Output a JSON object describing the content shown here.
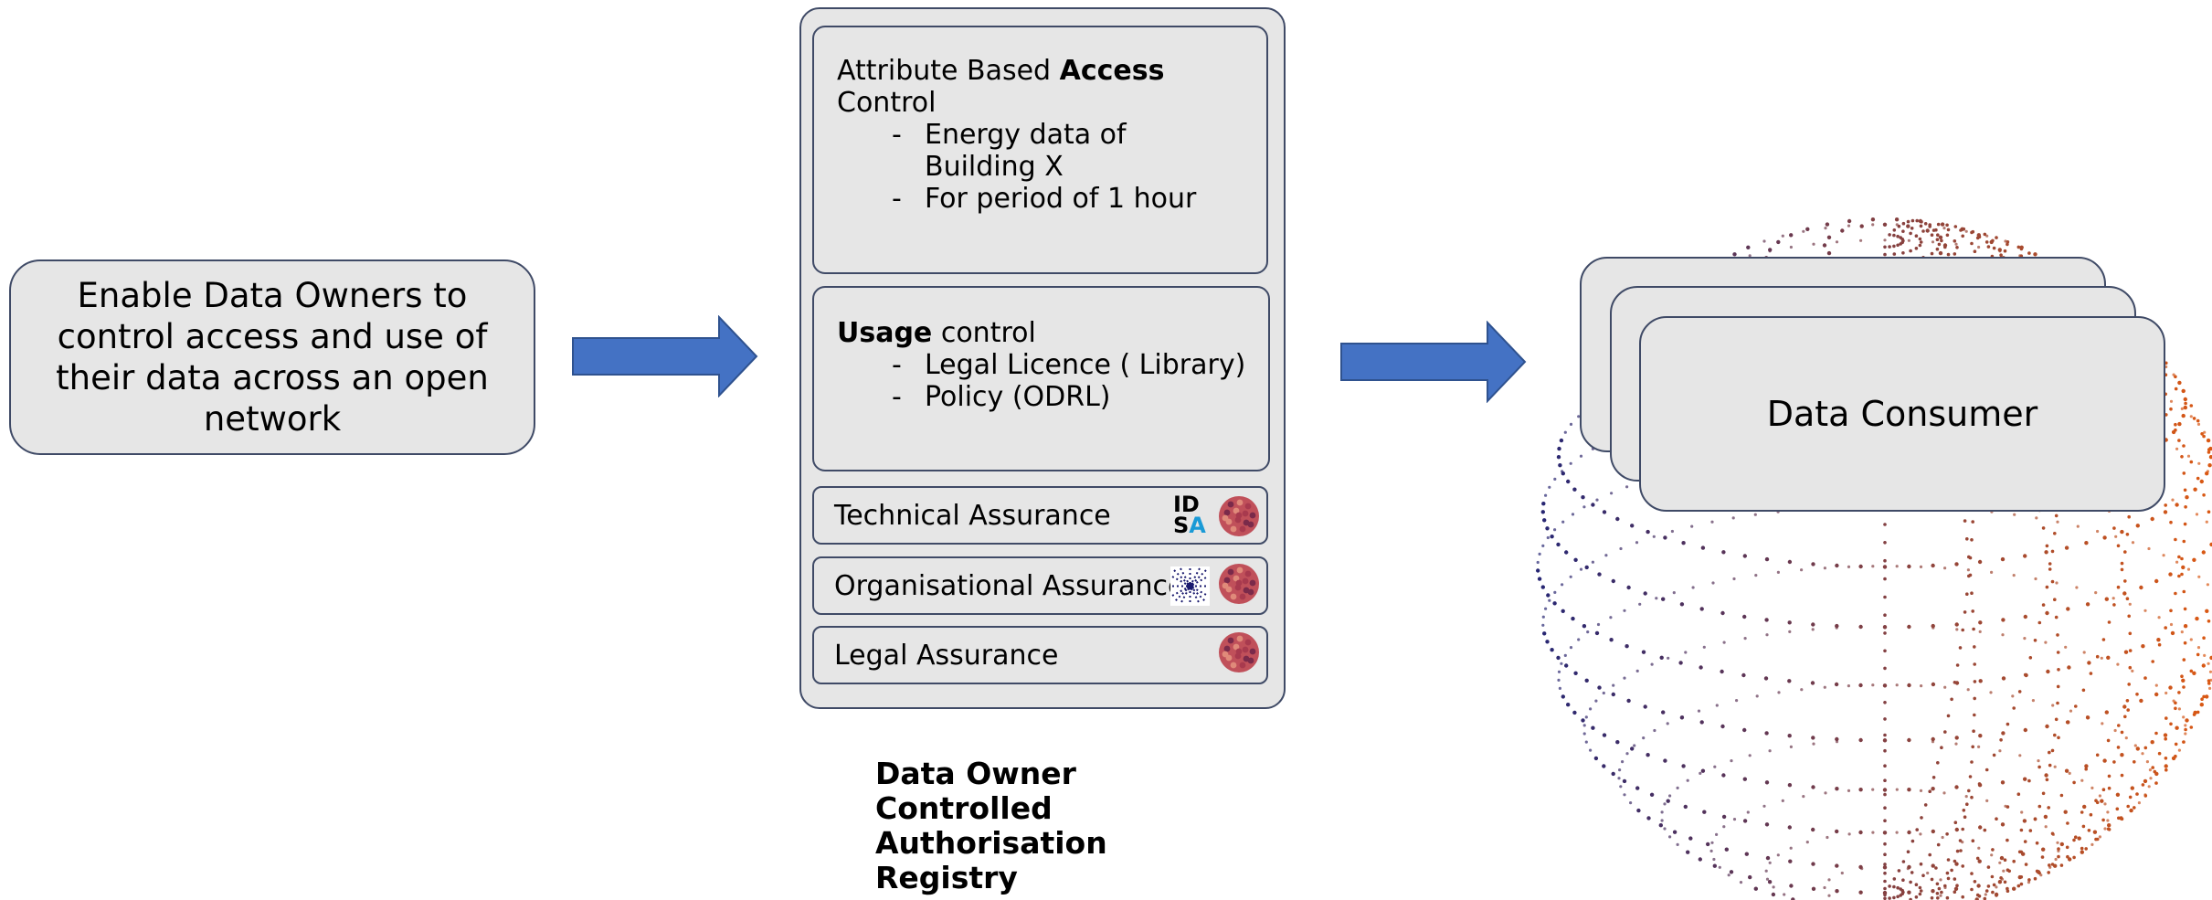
{
  "goal": {
    "text": "Enable Data Owners to control access and use of their data across an open network"
  },
  "registry": {
    "abac": {
      "title_plain": "Attribute Based ",
      "title_bold": "Access",
      "title_rest": "Control",
      "bullets": [
        "Energy data of Building X",
        "For period of 1 hour"
      ]
    },
    "usage": {
      "title_bold": "Usage",
      "title_rest": " control",
      "bullets": [
        "Legal Licence ( Library)",
        "Policy (ODRL)"
      ]
    },
    "bullet_marker": "-",
    "assurances": {
      "technical": "Technical Assurance",
      "organisational": "Organisational Assurance",
      "legal": "Legal Assurance"
    },
    "idsa_logo": {
      "line1": "ID",
      "line2_s": "S",
      "line2_a": "A"
    },
    "caption_lines": [
      "Data Owner",
      "Controlled",
      "Authorisation",
      "Registry"
    ]
  },
  "consumer": {
    "label": "Data Consumer"
  },
  "colors": {
    "box_fill": "#e6e6e6",
    "box_border": "#3f4a66",
    "arrow": "#4472c4",
    "globe_left": "#262673",
    "globe_right": "#e05a10"
  },
  "icons": [
    "right-arrow-icon",
    "right-arrow-icon",
    "globe-network-icon",
    "idsa-logo-icon",
    "org-grid-icon",
    "cluster-globe-icon"
  ]
}
